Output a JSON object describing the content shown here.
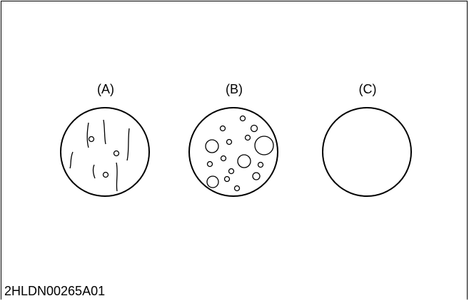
{
  "diagram": {
    "labels": {
      "a": "(A)",
      "b": "(B)",
      "c": "(C)"
    },
    "code": "2HLDN00265A01"
  }
}
